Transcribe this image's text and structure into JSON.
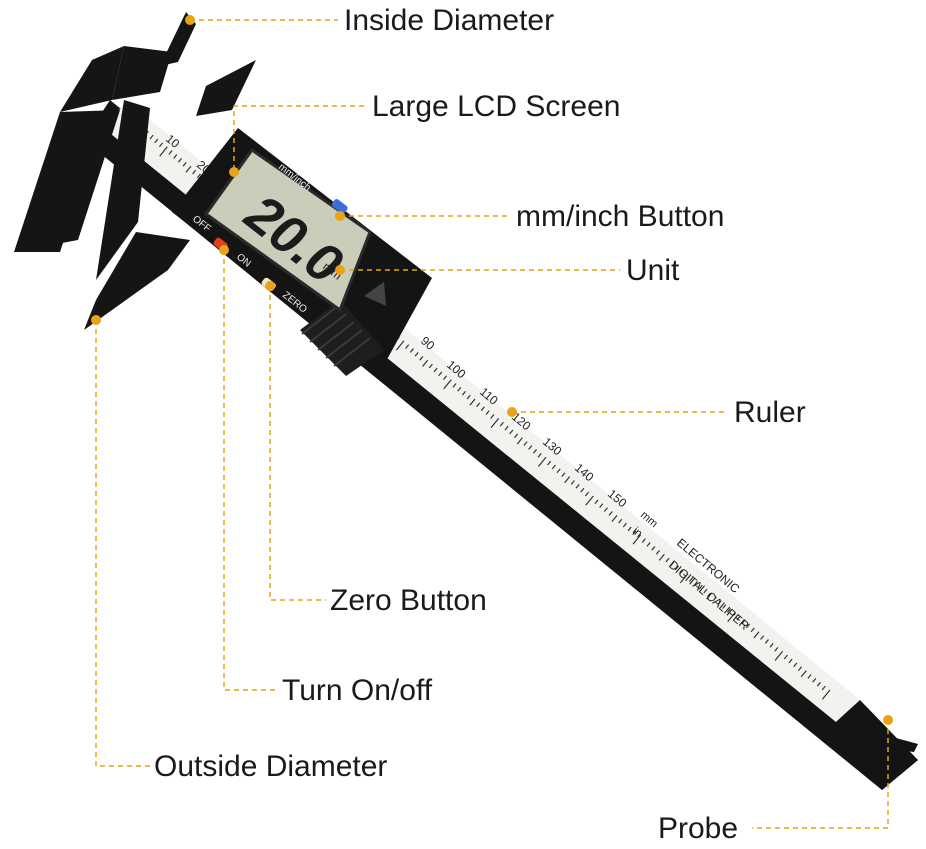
{
  "labels": {
    "inside_diameter": "Inside Diameter",
    "lcd_screen": "Large LCD Screen",
    "mm_inch_button": "mm/inch Button",
    "unit": "Unit",
    "ruler": "Ruler",
    "zero_button": "Zero Button",
    "turn_on_off": "Turn On/off",
    "outside_diameter": "Outside Diameter",
    "probe": "Probe"
  },
  "device": {
    "display_value": "20.0",
    "display_unit": "mm",
    "mode_label": "mm/inch",
    "off_label": "OFF",
    "on_label": "ON",
    "zero_label": "ZERO",
    "brand_line1": "ELECTRONIC",
    "brand_line2": "DIGITAL CALIPER",
    "scale_mm": "mm",
    "scale_in": "in",
    "scale_numbers": [
      "10",
      "20",
      "90",
      "100",
      "110",
      "120",
      "130",
      "140",
      "150"
    ]
  },
  "colors": {
    "leader": "#e8a317",
    "body": "#121212",
    "lcd": "#c9cdb9",
    "mode_button": "#3b6fd6",
    "power_button": "#e0401f",
    "zero_button": "#f1e7c4"
  }
}
